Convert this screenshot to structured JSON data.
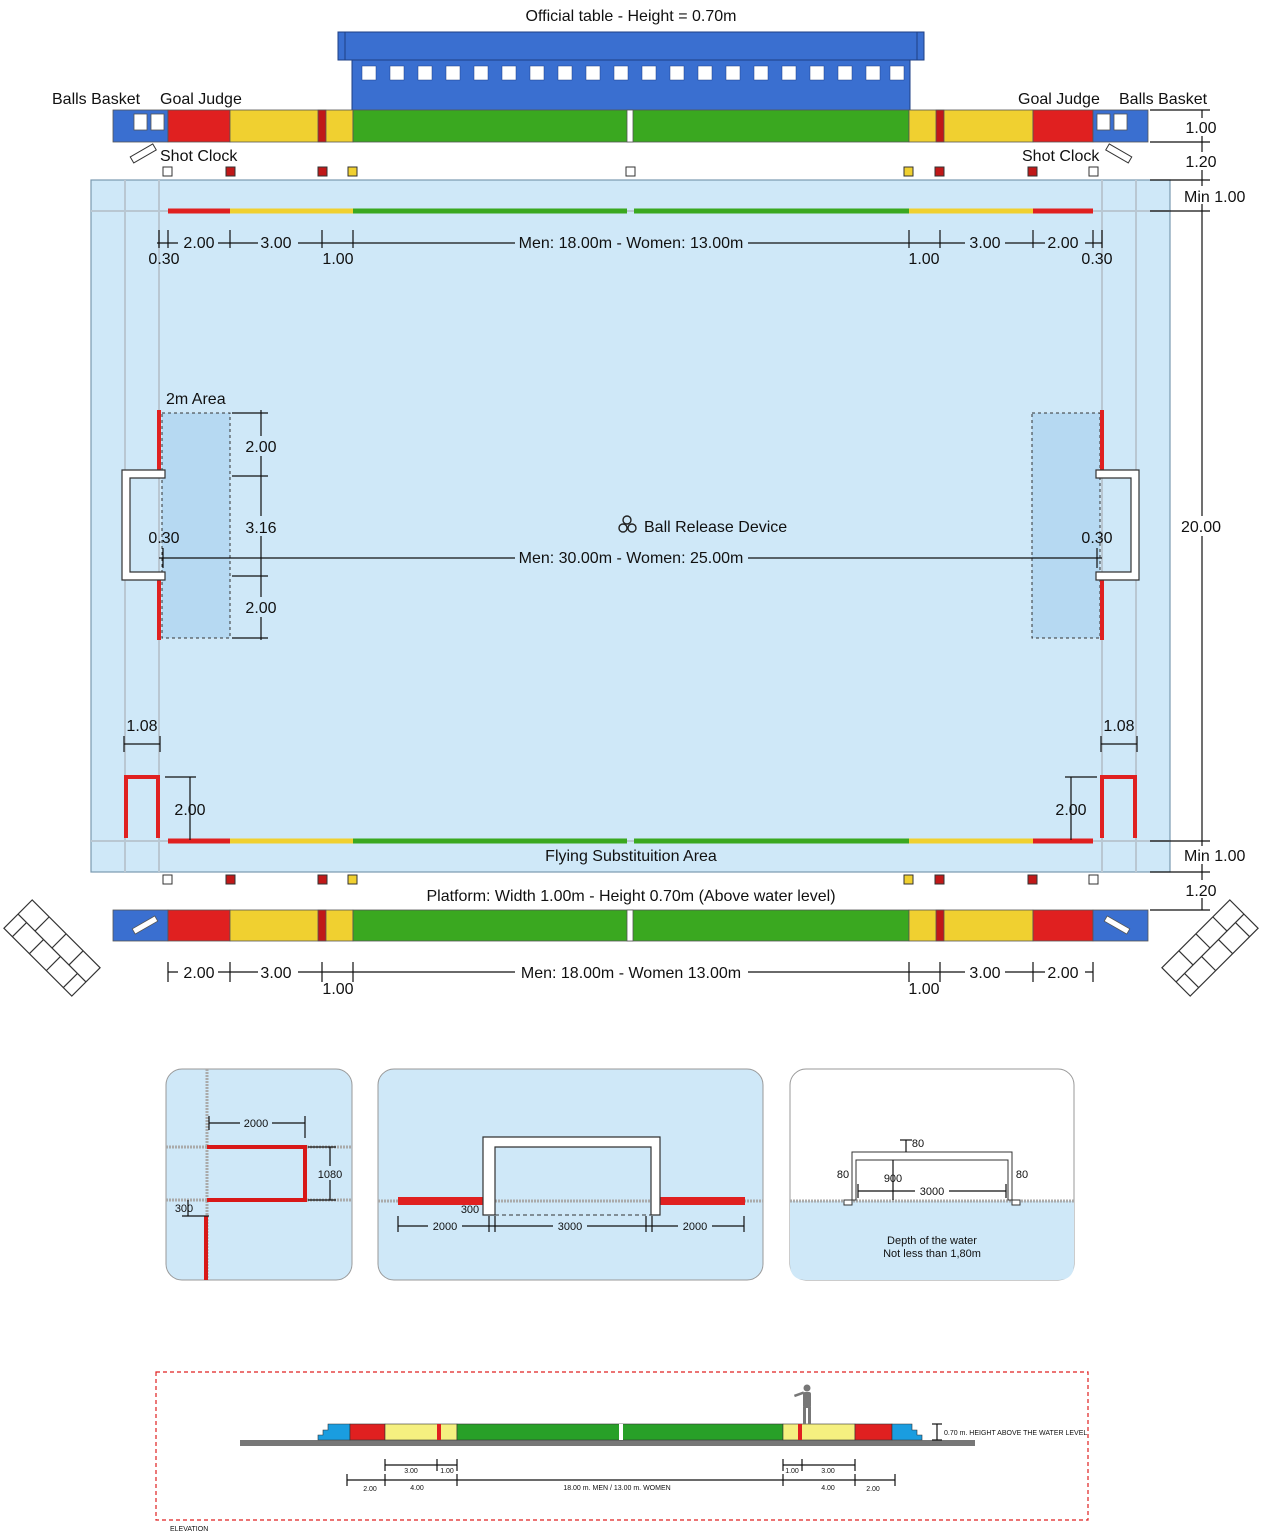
{
  "plan": {
    "official_table": "Official table - Height = 0.70m",
    "balls_basket": "Balls Basket",
    "goal_judge": "Goal Judge",
    "shot_clock": "Shot Clock",
    "two_m_area": "2m Area",
    "ball_release": "Ball Release Device",
    "flying_sub": "Flying Substituition Area",
    "platform": "Platform: Width 1.00m - Height 0.70m (Above water level)",
    "men_women_short": "Men: 18.00m - Women: 13.00m",
    "men_women_short_b": "Men: 18.00m - Women 13.00m",
    "men_women_long": "Men: 30.00m - Women: 25.00m",
    "d_200": "2.00",
    "d_300": "3.00",
    "d_100": "1.00",
    "d_030": "0.30",
    "d_316": "3.16",
    "d_108": "1.08",
    "d_2000": "20.00",
    "d_min100": "Min 1.00",
    "d_120": "1.20"
  },
  "details": {
    "n2000": "2000",
    "n1080": "1080",
    "n300": "300",
    "n3000": "3000",
    "n80": "80",
    "n900": "900",
    "depth1": "Depth of the water",
    "depth2": "Not less than 1,80m"
  },
  "elevation": {
    "height_note": "0.70 m.  HEIGHT ABOVE THE WATER LEVEL",
    "e300": "3.00",
    "e100": "1.00",
    "e200": "2.00",
    "e400": "4.00",
    "span": "18.00 m. MEN  / 13.00 m. WOMEN",
    "caption": "ELEVATION"
  },
  "colors": {
    "water": "#cfe8f8",
    "red": "#e02020",
    "yellow": "#f0d030",
    "green": "#3aa820",
    "blue": "#3a6fd0"
  }
}
